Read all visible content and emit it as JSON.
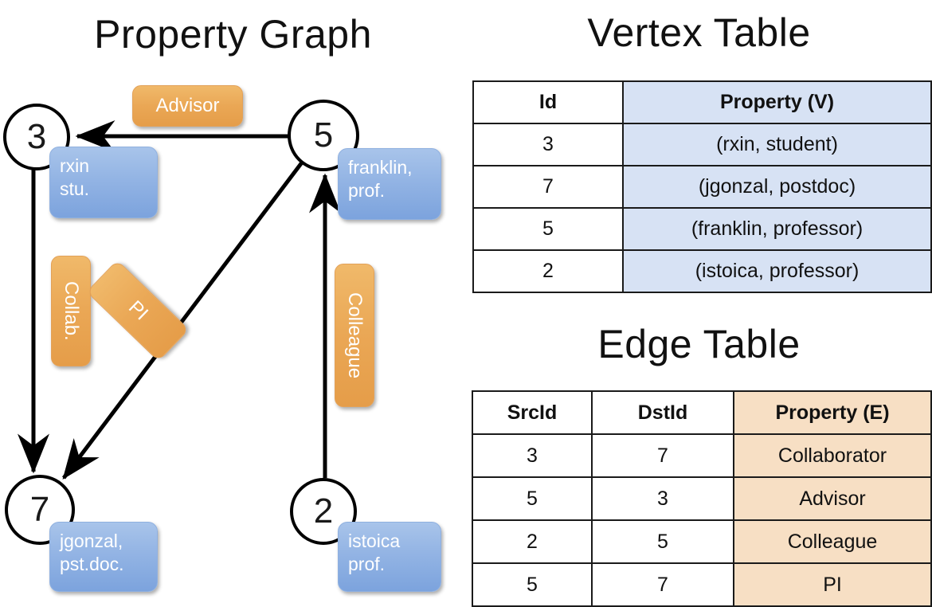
{
  "titles": {
    "property_graph": "Property Graph",
    "vertex_table": "Vertex Table",
    "edge_table": "Edge Table"
  },
  "graph": {
    "nodes": [
      {
        "id": "3",
        "property": "rxin\nstu."
      },
      {
        "id": "5",
        "property": "franklin,\nprof."
      },
      {
        "id": "7",
        "property": "jgonzal,\npst.doc."
      },
      {
        "id": "2",
        "property": "istoica\nprof."
      }
    ],
    "node_labels": {
      "n3": "3",
      "n5": "5",
      "n7": "7",
      "n2": "2"
    },
    "property_bubbles": {
      "rxin_line1": "rxin",
      "rxin_line2": "stu.",
      "franklin_line1": "franklin,",
      "franklin_line2": "prof.",
      "jgonzal_line1": "jgonzal,",
      "jgonzal_line2": "pst.doc.",
      "istoica_line1": "istoica",
      "istoica_line2": "prof."
    },
    "edges": [
      {
        "from": "5",
        "to": "3",
        "label": "Advisor"
      },
      {
        "from": "3",
        "to": "7",
        "label": "Collab."
      },
      {
        "from": "5",
        "to": "7",
        "label": "PI"
      },
      {
        "from": "2",
        "to": "5",
        "label": "Colleague"
      }
    ],
    "edge_labels": {
      "advisor": "Advisor",
      "collab": "Collab.",
      "pi": "PI",
      "colleague": "Colleague"
    }
  },
  "vertex_table": {
    "headers": [
      "Id",
      "Property (V)"
    ],
    "rows": [
      {
        "id": "3",
        "property": "(rxin, student)"
      },
      {
        "id": "7",
        "property": "(jgonzal, postdoc)"
      },
      {
        "id": "5",
        "property": "(franklin, professor)"
      },
      {
        "id": "2",
        "property": "(istoica, professor)"
      }
    ]
  },
  "edge_table": {
    "headers": [
      "SrcId",
      "DstId",
      "Property (E)"
    ],
    "rows": [
      {
        "src": "3",
        "dst": "7",
        "property": "Collaborator"
      },
      {
        "src": "5",
        "dst": "3",
        "property": "Advisor"
      },
      {
        "src": "2",
        "dst": "5",
        "property": "Colleague"
      },
      {
        "src": "5",
        "dst": "7",
        "property": "PI"
      }
    ]
  },
  "colors": {
    "vertex_property_fill": "#d7e2f4",
    "edge_property_fill": "#f7dfc4",
    "node_bubble_blue": "#93b4e4",
    "edge_chip_orange": "#eaa755",
    "stroke": "#000000",
    "background": "#ffffff"
  }
}
